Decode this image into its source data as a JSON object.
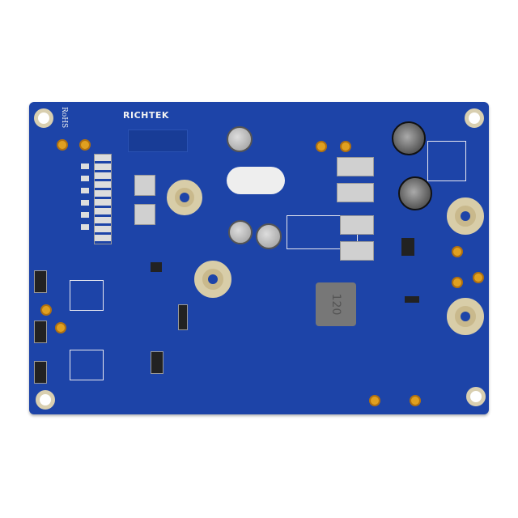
{
  "board": {
    "logo": "RICHTEK",
    "compliance_mark": "RoHS",
    "inductor_marking": "120",
    "colors": {
      "solder_mask": "#1d44a8",
      "silkscreen": "#f2f2f2",
      "gold_pin": "#e0a020"
    }
  }
}
